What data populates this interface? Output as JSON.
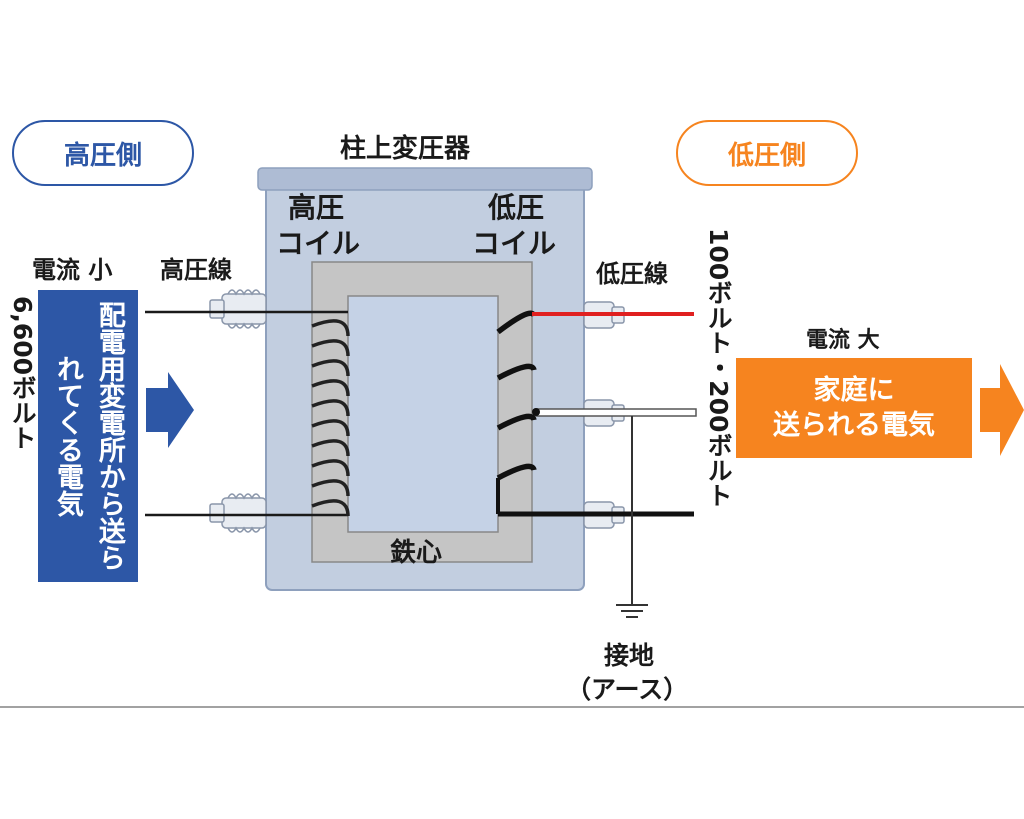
{
  "title": "柱上変圧器",
  "high_side": {
    "pill": "高圧側",
    "current": "電流 小",
    "line": "高圧線",
    "voltage": "6,600ボルト",
    "source_box": "配電用変電所から送られてくる電気"
  },
  "low_side": {
    "pill": "低圧側",
    "line": "低圧線",
    "current": "電流 大",
    "voltage": "100ボルト・200ボルト",
    "dest_line1": "家庭に",
    "dest_line2": "送られる電気"
  },
  "coils": {
    "high_line1": "高圧",
    "high_line2": "コイル",
    "low_line1": "低圧",
    "low_line2": "コイル"
  },
  "core": "鉄心",
  "earth": {
    "line1": "接地",
    "line2": "（アース）"
  },
  "colors": {
    "high_blue": "#2d57a6",
    "low_orange": "#f6841f",
    "tank": "#c2cee0",
    "core": "#c5c5c5",
    "hot_wire": "#e02020"
  }
}
